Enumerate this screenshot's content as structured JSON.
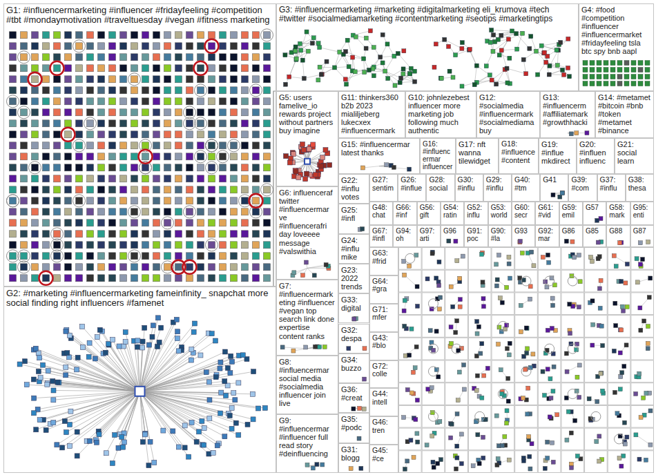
{
  "diagram": {
    "nodes": [
      {
        "text": [
          "G1: #influencermarketing #influencer #fridayfeeling #competition #tbt #mondaymotivation #traveltuesday #vegan #fitness marketing"
        ]
      },
      {
        "text": [
          "G2: #marketing #influencermarketing fameinfinity_ snapchat more social finding right influencers #famenet"
        ]
      },
      {
        "text": [
          "G3: #influencermarketing #marketing #digitalmarketing eli_krumova #tech #twitter #socialmediamarketing #contentmarketing #seotips #marketingtips"
        ]
      },
      {
        "text": [
          "G4: #food #competition #influencer #influencermarket #fridayfeeling tsla btc spy bnb aapl"
        ]
      },
      {
        "text": [
          "G5: users famelive_io rewards project without partners buy imagine"
        ]
      },
      {
        "text": [
          "G11: thinkers360 b2b 2023 mialiljeberg lukecxex #influencermark"
        ]
      },
      {
        "text": [
          "G10: johnlezebest influencer more marketing job following much authentic"
        ]
      },
      {
        "text": [
          "G12: #socialmedia #influencermark #socialmediama buy"
        ]
      },
      {
        "text": [
          "G13: #influencerm #affiliatemark #growthhacki"
        ]
      },
      {
        "text": [
          "G14: #metamet #bitcoin #bnb #token #metamet #binance"
        ]
      },
      {
        "text": [
          "G15: #influencermar latest thanks"
        ]
      },
      {
        "text": [
          "G16: #influencermar influencer"
        ]
      },
      {
        "text": [
          "G17: nft wanna tilewidget"
        ]
      },
      {
        "text": [
          "G18: #influence #content"
        ]
      },
      {
        "text": [
          "G19: #influe mkdirect"
        ]
      },
      {
        "text": [
          "G20: #influen influenc"
        ]
      },
      {
        "text": [
          "G21: social learn"
        ]
      },
      {
        "text": [
          "G6: influenceraf twitter #influencermar ve #influencerafri day loveeee message #valswithia"
        ]
      },
      {
        "text": [
          "G7: #influencermarketing #influencer #vegan top search link done expertise content ranks"
        ]
      },
      {
        "text": [
          "G8: #influencermar social media #socialmedia influencer join live"
        ]
      },
      {
        "text": [
          "G9: #influencermar #influencer full read story #deinfluencing"
        ]
      },
      {
        "text": [
          "G22: #influ votes"
        ]
      },
      {
        "text": [
          "G25: #infl"
        ]
      },
      {
        "text": [
          "G24: #influ mike"
        ]
      },
      {
        "text": [
          "G23: 2022 trends"
        ]
      },
      {
        "text": [
          "G33: digital"
        ]
      },
      {
        "text": [
          "G32: despa"
        ]
      },
      {
        "text": [
          "G34: buzzo"
        ]
      },
      {
        "text": [
          "G36: #creat"
        ]
      },
      {
        "text": [
          "G35: #podc"
        ]
      },
      {
        "text": [
          "G31: blogg"
        ]
      },
      {
        "text": [
          "G27: sentim"
        ]
      },
      {
        "text": [
          "G26: #influe"
        ]
      },
      {
        "text": [
          "G28: social"
        ]
      },
      {
        "text": [
          "G30: #influ"
        ]
      },
      {
        "text": [
          "G29: #influ"
        ]
      },
      {
        "text": [
          "G40: #tm"
        ]
      },
      {
        "text": [
          "G41"
        ]
      },
      {
        "text": [
          "G39: #com"
        ]
      },
      {
        "text": [
          "G37: #influ"
        ]
      },
      {
        "text": [
          "G38: thesa"
        ]
      },
      {
        "text": [
          "G48: chat"
        ]
      },
      {
        "text": [
          "G66: #inf"
        ]
      },
      {
        "text": [
          "G56: gift"
        ]
      },
      {
        "text": [
          "G54: ratin"
        ]
      },
      {
        "text": [
          "G52: influ"
        ]
      },
      {
        "text": [
          "G53: world"
        ]
      },
      {
        "text": [
          "G60: secr"
        ]
      },
      {
        "text": [
          "G61: #vid"
        ]
      },
      {
        "text": [
          "G59: emil"
        ]
      },
      {
        "text": [
          "G57"
        ]
      },
      {
        "text": [
          "G58: mark"
        ]
      },
      {
        "text": [
          "G95: enti"
        ]
      },
      {
        "text": [
          "G67: #infl"
        ]
      },
      {
        "text": [
          "G94: oh"
        ]
      },
      {
        "text": [
          "G97: arti"
        ]
      },
      {
        "text": [
          "G96"
        ]
      },
      {
        "text": [
          "G91: poc"
        ]
      },
      {
        "text": [
          "G90: #la"
        ]
      },
      {
        "text": [
          "G93"
        ]
      },
      {
        "text": [
          "G92: mar"
        ]
      },
      {
        "text": [
          "G86"
        ]
      },
      {
        "text": [
          "G85"
        ]
      },
      {
        "text": [
          "G88"
        ]
      },
      {
        "text": [
          "G87"
        ]
      },
      {
        "text": [
          "G63: #frid"
        ]
      },
      {
        "text": [
          "G64: #gra"
        ]
      },
      {
        "text": [
          "G71: mfer"
        ]
      },
      {
        "text": [
          "G43: #blo"
        ]
      },
      {
        "text": [
          "G72: colle"
        ]
      },
      {
        "text": [
          "G44: intell"
        ]
      },
      {
        "text": [
          "G46: tren"
        ]
      },
      {
        "text": [
          "G45: #ce"
        ]
      }
    ],
    "edges": [
      {
        "from": 1,
        "to": 2,
        "arrow": "none"
      }
    ]
  }
}
